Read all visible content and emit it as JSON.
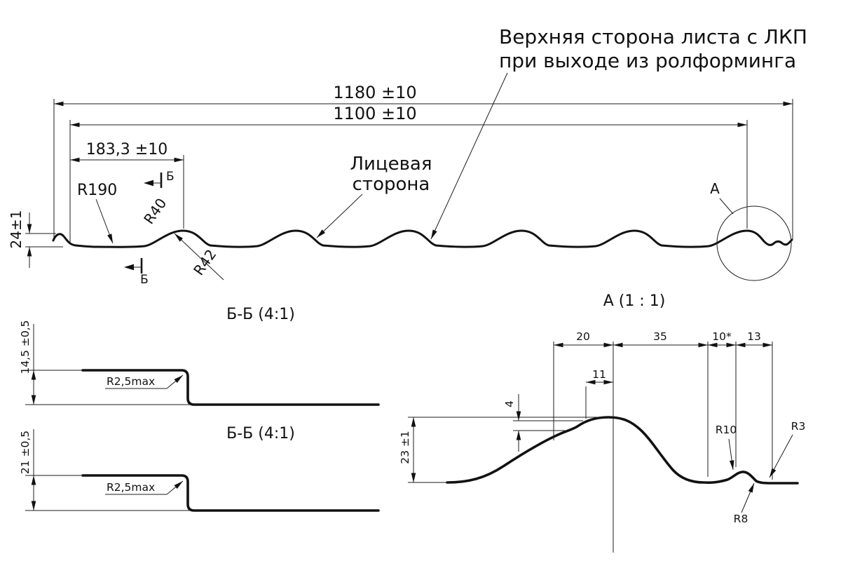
{
  "colors": {
    "ink": "#161616",
    "background": "#ffffff"
  },
  "main_view": {
    "top_note_line1": "Верхняя сторона листа с ЛКП",
    "top_note_line2": "при выходе из ролформинга",
    "face_label_line1": "Лицевая",
    "face_label_line2": "сторона",
    "dim_overall": "1180 ±10",
    "dim_working": "1100 ±10",
    "dim_module": "183,3 ±10",
    "dim_height": "24±1",
    "radius_r190": "R190",
    "radius_r40": "R40",
    "radius_r42": "R42",
    "marker_b_top": "Б",
    "marker_b_bottom": "Б",
    "marker_a": "А"
  },
  "section_bb_upper": {
    "title": "Б-Б (4:1)",
    "dim_height": "14,5 ±0,5",
    "radius": "R2,5max"
  },
  "section_bb_lower": {
    "title": "Б-Б (4:1)",
    "dim_height": "21 ±0,5",
    "radius": "R2,5max"
  },
  "detail_a": {
    "title": "А (1 : 1)",
    "dim_20": "20",
    "dim_35": "35",
    "dim_10": "10*",
    "dim_13": "13",
    "dim_11": "11",
    "dim_4": "4",
    "dim_height": "23 ±1",
    "radius_r10": "R10",
    "radius_r3": "R3",
    "radius_r8": "R8"
  }
}
